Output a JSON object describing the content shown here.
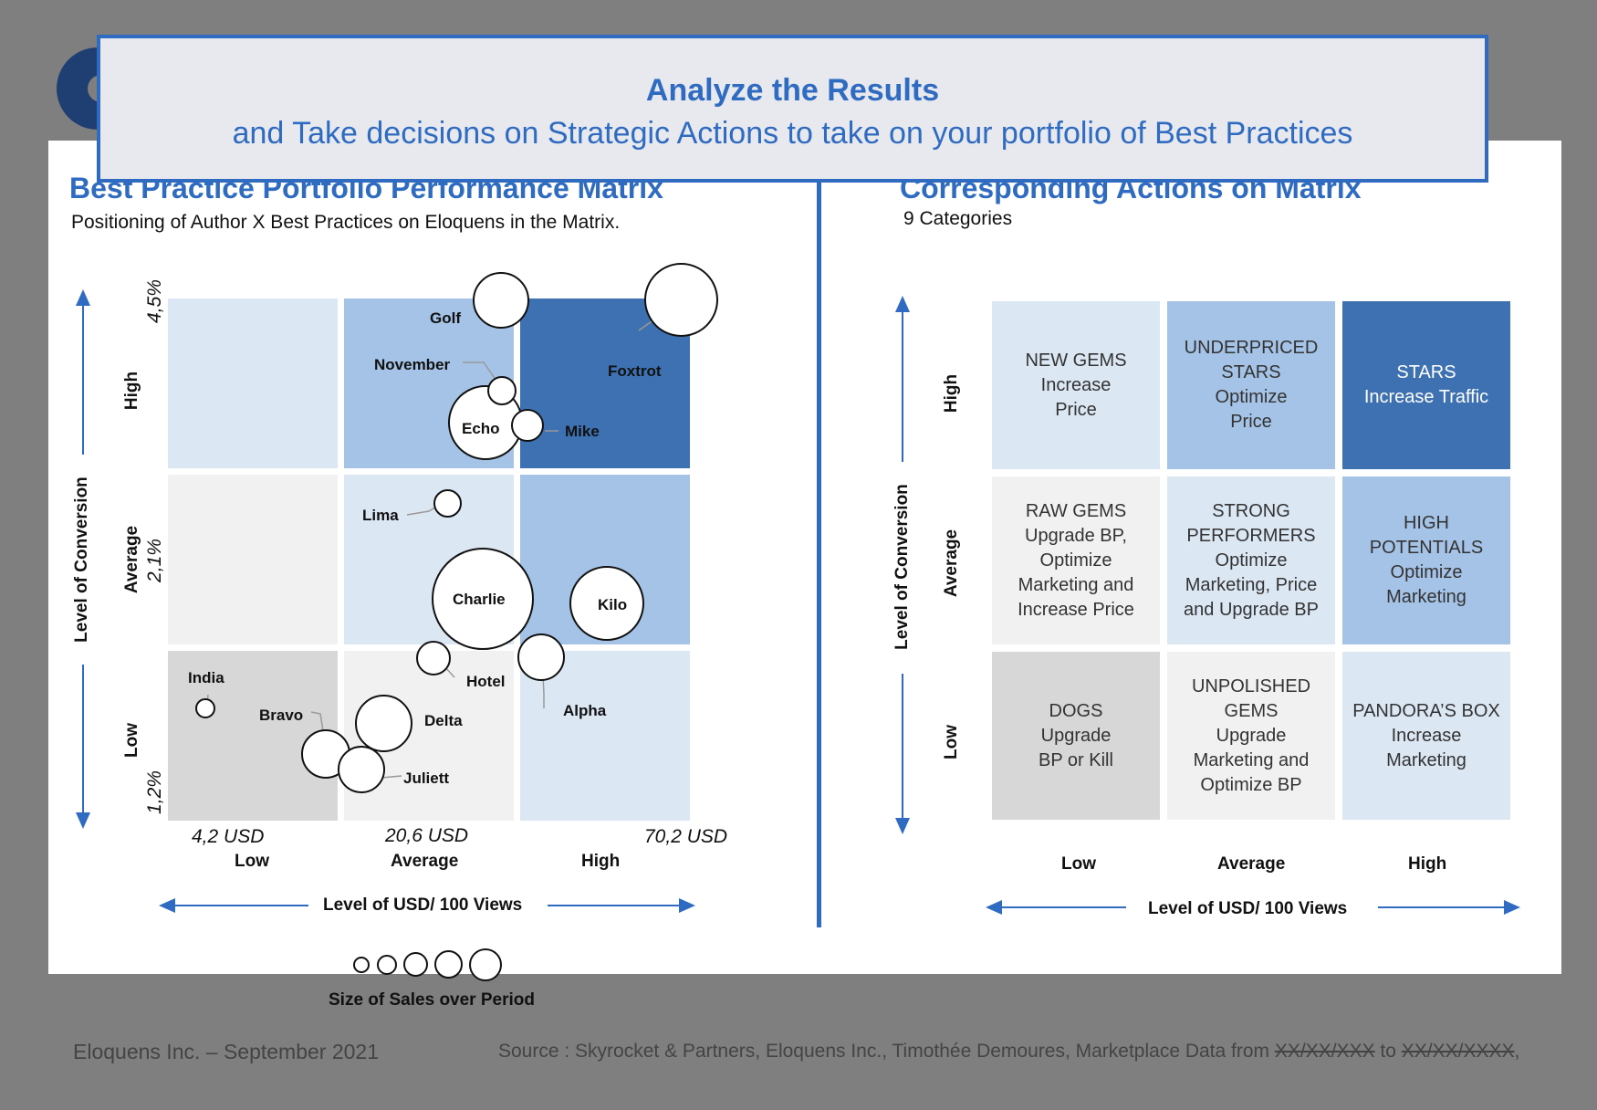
{
  "banner": {
    "line1": "Analyze the Results",
    "line2": "and Take decisions on Strategic Actions to take on your portfolio of Best Practices"
  },
  "left": {
    "title": "Best Practice Portfolio Performance Matrix",
    "subtitle": "Positioning of Author X Best Practices on Eloquens in the Matrix.",
    "y_axis_label": "Level of Conversion",
    "x_axis_label": "Level of USD/ 100 Views",
    "y_levels": [
      "High",
      "Average",
      "Low"
    ],
    "x_levels": [
      "Low",
      "Average",
      "High"
    ],
    "y_values": [
      "4,5%",
      "2,1%",
      "1,2%"
    ],
    "x_values": [
      "4,2 USD",
      "20,6 USD",
      "70,2 USD"
    ],
    "legend_label": "Size of Sales over Period",
    "bubbles": [
      {
        "name": "Golf"
      },
      {
        "name": "November"
      },
      {
        "name": "Foxtrot"
      },
      {
        "name": "Echo"
      },
      {
        "name": "Mike"
      },
      {
        "name": "Lima"
      },
      {
        "name": "Charlie"
      },
      {
        "name": "Kilo"
      },
      {
        "name": "India"
      },
      {
        "name": "Hotel"
      },
      {
        "name": "Alpha"
      },
      {
        "name": "Bravo"
      },
      {
        "name": "Delta"
      },
      {
        "name": "Juliett"
      }
    ]
  },
  "right": {
    "title": "Corresponding Actions on Matrix",
    "subtitle": "9 Categories",
    "y_axis_label": "Level of Conversion",
    "x_axis_label": "Level of USD/ 100 Views",
    "y_levels": [
      "High",
      "Average",
      "Low"
    ],
    "x_levels": [
      "Low",
      "Average",
      "High"
    ],
    "cells": [
      {
        "text": "NEW GEMS\nIncrease\nPrice"
      },
      {
        "text": "UNDERPRICED\nSTARS\nOptimize\nPrice"
      },
      {
        "text": "STARS\nIncrease Traffic"
      },
      {
        "text": "RAW GEMS\nUpgrade BP,\nOptimize\nMarketing and\nIncrease Price"
      },
      {
        "text": "STRONG\nPERFORMERS\nOptimize\nMarketing, Price\nand Upgrade BP"
      },
      {
        "text": "HIGH\nPOTENTIALS\nOptimize\nMarketing"
      },
      {
        "text": "DOGS\nUpgrade\nBP or Kill"
      },
      {
        "text": "UNPOLISHED\nGEMS\nUpgrade\nMarketing and\nOptimize BP"
      },
      {
        "text": "PANDORA’S BOX\nIncrease\nMarketing"
      }
    ]
  },
  "footer": {
    "company": "Eloquens Inc. – September 2021",
    "source_prefix": "Source : Skyrocket & Partners, Eloquens Inc., Timothée Demoures, Marketplace Data from ",
    "date_from": "XX/XX/XXX",
    "to_word": " to ",
    "date_to": "XX/XX/XXXX",
    "source_suffix": ","
  },
  "colors": {
    "accent": "#2f6bc0",
    "dark_blue": "#3e71b1",
    "mid_blue": "#a5c3e6",
    "light_blue": "#dce7f4",
    "light_gray": "#f1f1f1",
    "mid_gray": "#d7d7d7"
  }
}
